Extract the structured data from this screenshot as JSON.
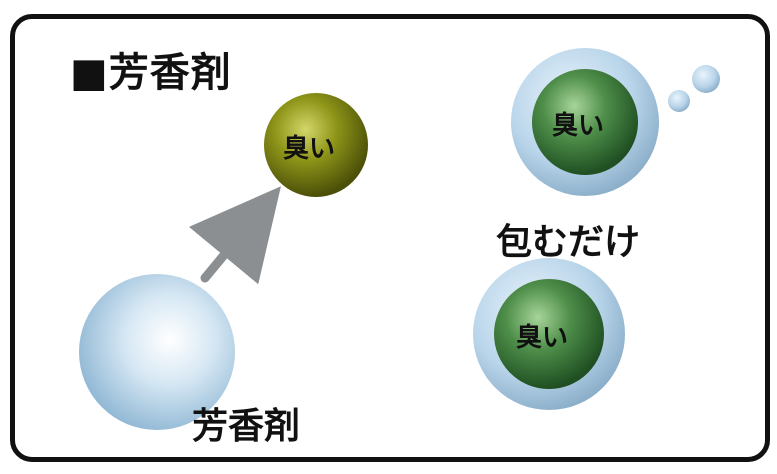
{
  "title": "■芳香剤",
  "freshener_label": "芳香剤",
  "odor_label": "臭い",
  "wrap_label": "包むだけ",
  "colors": {
    "frame": "#111111",
    "freshener_ball": "#bcd7ea",
    "odor_ball_yellow": "#7f8a14",
    "odor_ball_green": "#3f7d3f",
    "bubble_ring": "#a9c9e2",
    "arrow": "#8c8f92"
  }
}
